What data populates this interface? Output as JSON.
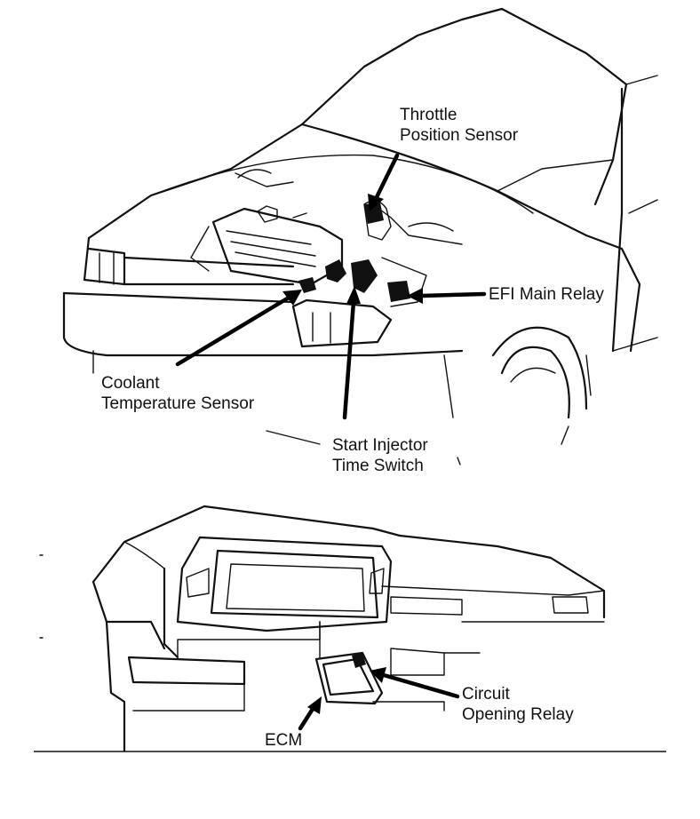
{
  "engine_view": {
    "labels": {
      "throttle_position_sensor": [
        "Throttle",
        "Position Sensor"
      ],
      "efi_main_relay": [
        "EFI Main Relay"
      ],
      "coolant_temperature_sensor": [
        "Coolant",
        "Temperature Sensor"
      ],
      "start_injector_time_switch": [
        "Start Injector",
        "Time Switch"
      ]
    }
  },
  "dash_view": {
    "labels": {
      "circuit_opening_relay": [
        "Circuit",
        "Opening Relay"
      ],
      "ecm": [
        "ECM"
      ]
    }
  }
}
